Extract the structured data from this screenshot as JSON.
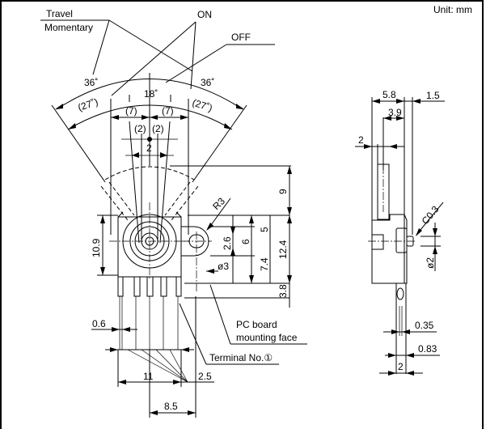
{
  "drawing": {
    "unit_label": "Unit: mm",
    "callouts": {
      "travel": "Travel",
      "momentary": "Momentary",
      "on": "ON",
      "off": "OFF",
      "pc_board_line1": "PC board",
      "pc_board_line2": "mounting face",
      "terminal": "Terminal No.①"
    },
    "angles": {
      "travel_left": "36˚",
      "travel_right": "36˚",
      "on_center": "18˚",
      "momentary_left": "(27˚)",
      "momentary_right": "(27˚)"
    },
    "front_view_dims": {
      "lever_left": "(7)",
      "lever_right": "(7)",
      "tip_left": "(2)",
      "tip_right": "(2)",
      "tip_width": "2",
      "body_height": "10.9",
      "radius": "R3",
      "hole_slot": "2.6",
      "hole_offset": "6",
      "upper_to_center": "5",
      "center_to_lower": "7.4",
      "lever_height": "9",
      "body_total": "12.4",
      "terminal_length": "3.8",
      "hole_dia": "ø3",
      "pin_width": "0.6",
      "pin_span": "11",
      "pin_pitch": "2.5",
      "center_to_edge": "8.5"
    },
    "side_view_dims": {
      "depth": "5.8",
      "flange": "1.5",
      "inner": "3.9",
      "lever_thickness": "2",
      "chamfer": "C0.3",
      "boss_dia": "ø2",
      "pin_thickness": "0.35",
      "pin_tip": "0.83",
      "pin_width": "2"
    }
  }
}
